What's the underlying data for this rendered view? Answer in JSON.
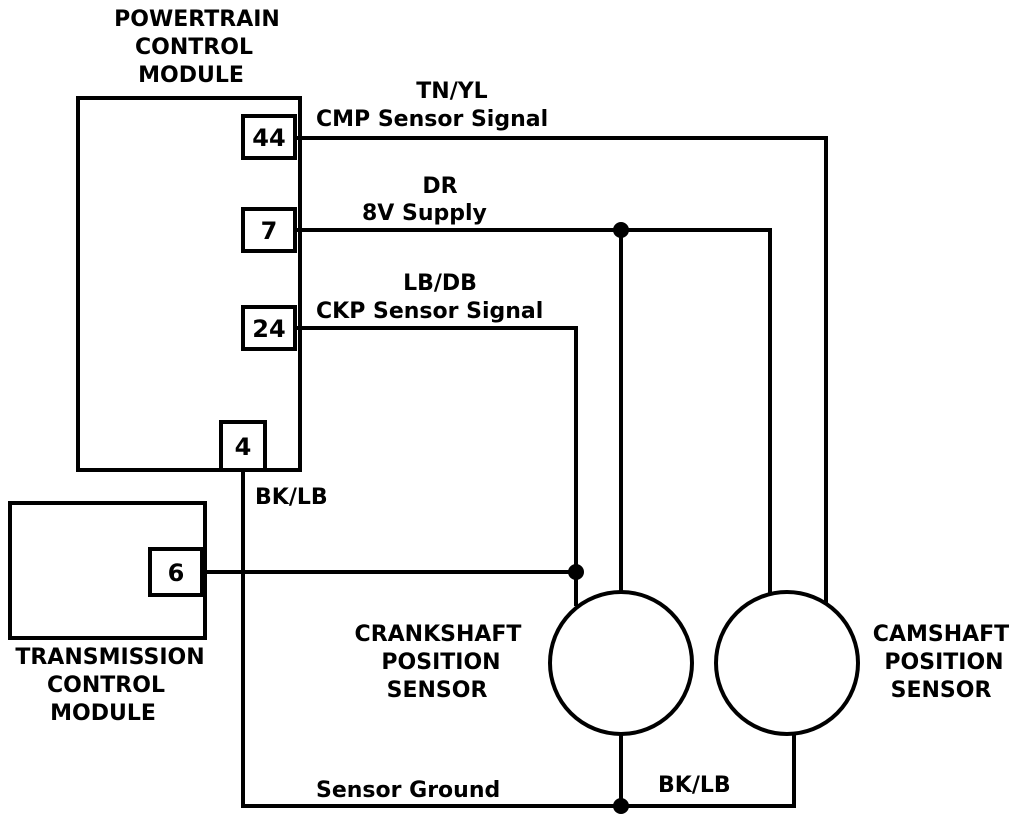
{
  "pcm": {
    "title_lines": [
      "POWERTRAIN",
      "CONTROL",
      "MODULE"
    ],
    "pins": {
      "cmp": "44",
      "supply": "7",
      "ckp": "24",
      "ground": "4"
    }
  },
  "tcm": {
    "title_lines": [
      "TRANSMISSION",
      "CONTROL",
      "MODULE"
    ],
    "pin": "6"
  },
  "circuits": {
    "cmp": {
      "color": "TN/YL",
      "label": "CMP Sensor Signal"
    },
    "supply": {
      "color": "DR",
      "label": "8V Supply"
    },
    "ckp": {
      "color": "LB/DB",
      "label": "CKP Sensor Signal"
    },
    "ground": {
      "color": "BK/LB",
      "label": "Sensor Ground"
    },
    "ground_return_color": "BK/LB"
  },
  "sensors": {
    "crankshaft": {
      "name_lines": [
        "CRANKSHAFT",
        "POSITION",
        "SENSOR"
      ]
    },
    "camshaft": {
      "name_lines": [
        "CAMSHAFT",
        "POSITION",
        "SENSOR"
      ]
    }
  }
}
